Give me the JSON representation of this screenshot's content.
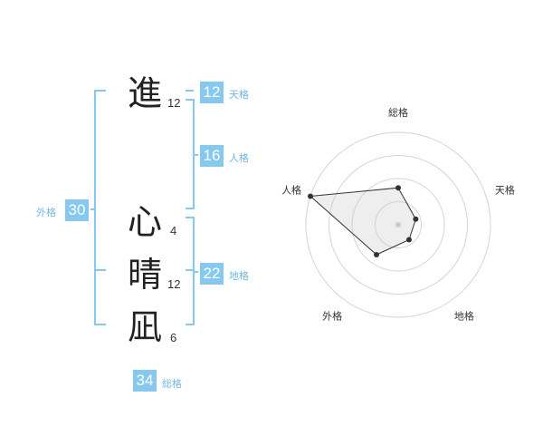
{
  "name": {
    "characters": [
      {
        "char": "進",
        "strokes": "12"
      },
      {
        "char": "心",
        "strokes": "4"
      },
      {
        "char": "晴",
        "strokes": "12"
      },
      {
        "char": "凪",
        "strokes": "6"
      }
    ]
  },
  "fortune": {
    "tenkaku": {
      "value": "12",
      "label": "天格"
    },
    "jinkaku": {
      "value": "16",
      "label": "人格"
    },
    "chikaku": {
      "value": "22",
      "label": "地格"
    },
    "gaikaku": {
      "value": "30",
      "label": "外格"
    },
    "soukaku": {
      "value": "34",
      "label": "総格"
    }
  },
  "colors": {
    "accent": "#86c8ee",
    "bracket": "#86c8ee",
    "text": "#222222",
    "ring": "#d5d5d5"
  },
  "chart_data": {
    "type": "radar",
    "axes": [
      "総格",
      "天格",
      "地格",
      "外格",
      "人格"
    ],
    "values": [
      0.4,
      0.2,
      0.2,
      0.4,
      1.0
    ],
    "rings": 4,
    "max": 1.0
  }
}
